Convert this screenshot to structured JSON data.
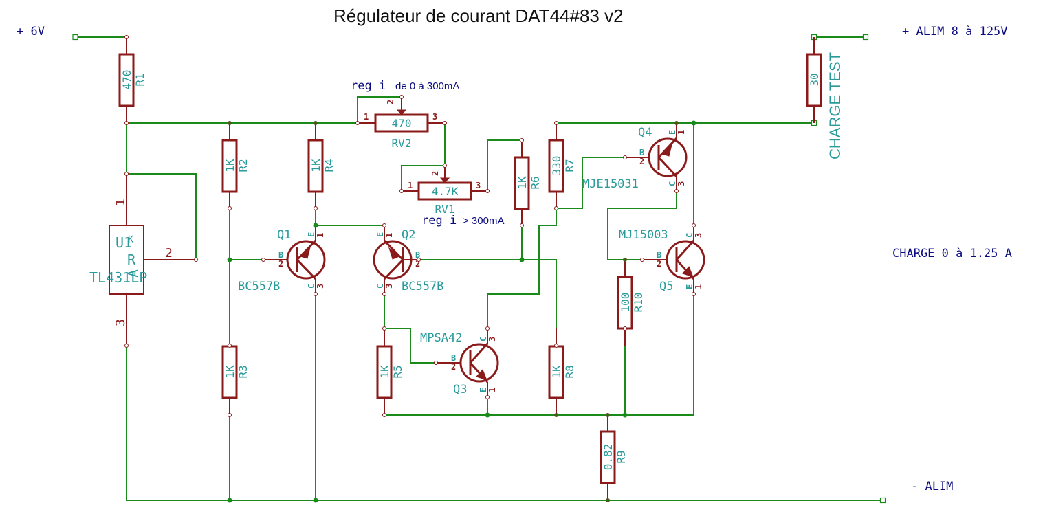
{
  "title": "Régulateur de courant DAT44#83 v2",
  "nets": {
    "plus_6v": "+ 6V",
    "plus_alim": "+ ALIM 8 à 125V",
    "minus_alim": "- ALIM",
    "charge_range": "CHARGE 0 à 1.25 A"
  },
  "notes": {
    "reg_i_label": "reg i",
    "reg_i_low": "de 0 à 300mA",
    "reg_i_high": "> 300mA"
  },
  "load": {
    "value": "30",
    "label": "CHARGE TEST"
  },
  "resistors": [
    {
      "ref": "R1",
      "value": "470"
    },
    {
      "ref": "R2",
      "value": "1K"
    },
    {
      "ref": "R3",
      "value": "1K"
    },
    {
      "ref": "R4",
      "value": "1K"
    },
    {
      "ref": "R5",
      "value": "1K"
    },
    {
      "ref": "R6",
      "value": "1K"
    },
    {
      "ref": "R7",
      "value": "330"
    },
    {
      "ref": "R8",
      "value": "1K"
    },
    {
      "ref": "R9",
      "value": "0.82"
    },
    {
      "ref": "R10",
      "value": "100"
    }
  ],
  "potentiometers": [
    {
      "ref": "RV2",
      "value": "470",
      "pins": [
        "1",
        "2",
        "3"
      ]
    },
    {
      "ref": "RV1",
      "value": "4.7K",
      "pins": [
        "1",
        "2",
        "3"
      ]
    }
  ],
  "transistors": [
    {
      "ref": "Q1",
      "part": "BC557B",
      "type": "PNP",
      "pins": {
        "E": "1",
        "B": "2",
        "C": "3"
      }
    },
    {
      "ref": "Q2",
      "part": "BC557B",
      "type": "PNP",
      "pins": {
        "E": "1",
        "B": "2",
        "C": "3"
      }
    },
    {
      "ref": "Q3",
      "part": "MPSA42",
      "type": "NPN",
      "pins": {
        "E": "1",
        "B": "2",
        "C": "3"
      }
    },
    {
      "ref": "Q4",
      "part": "MJE15031",
      "type": "PNP",
      "pins": {
        "E": "1",
        "B": "2",
        "C": "3"
      }
    },
    {
      "ref": "Q5",
      "part": "MJ15003",
      "type": "NPN",
      "pins": {
        "E": "1",
        "B": "2",
        "C": "3"
      }
    }
  ],
  "regulator": {
    "ref": "U1",
    "part": "TL431LP",
    "pin_names": {
      "K": "K",
      "R": "R",
      "A": "A"
    },
    "pins": [
      "1",
      "2",
      "3"
    ]
  },
  "pin_letters": {
    "E": "E",
    "B": "B",
    "C": "C"
  }
}
